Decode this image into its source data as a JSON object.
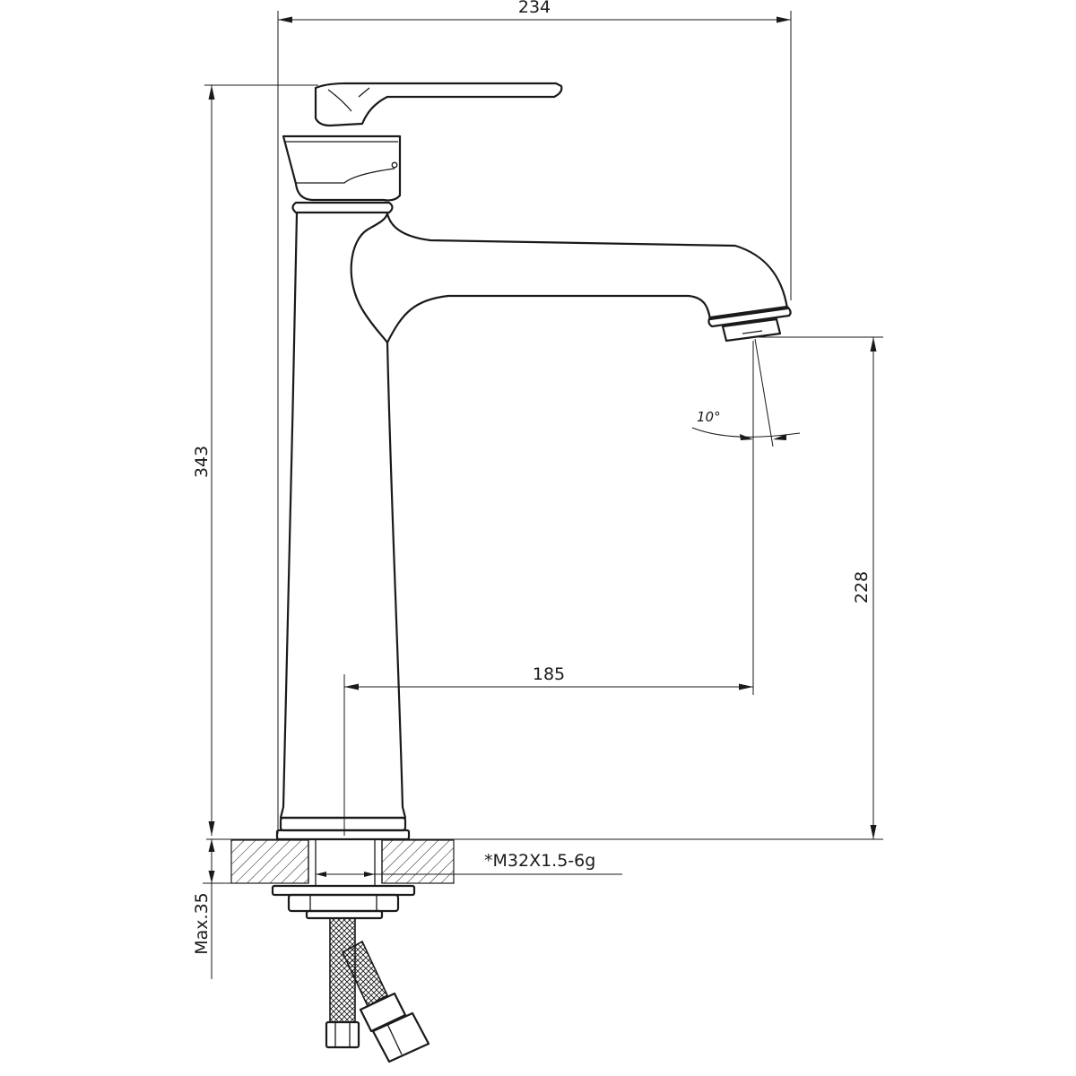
{
  "diagram": {
    "dimensions": {
      "overall_width": "234",
      "overall_height": "343",
      "spout_height": "228",
      "spout_reach": "185",
      "max_counter_thickness": "Max.35",
      "spout_angle": "10°"
    },
    "thread_spec": "*M32X1.5-6g"
  }
}
